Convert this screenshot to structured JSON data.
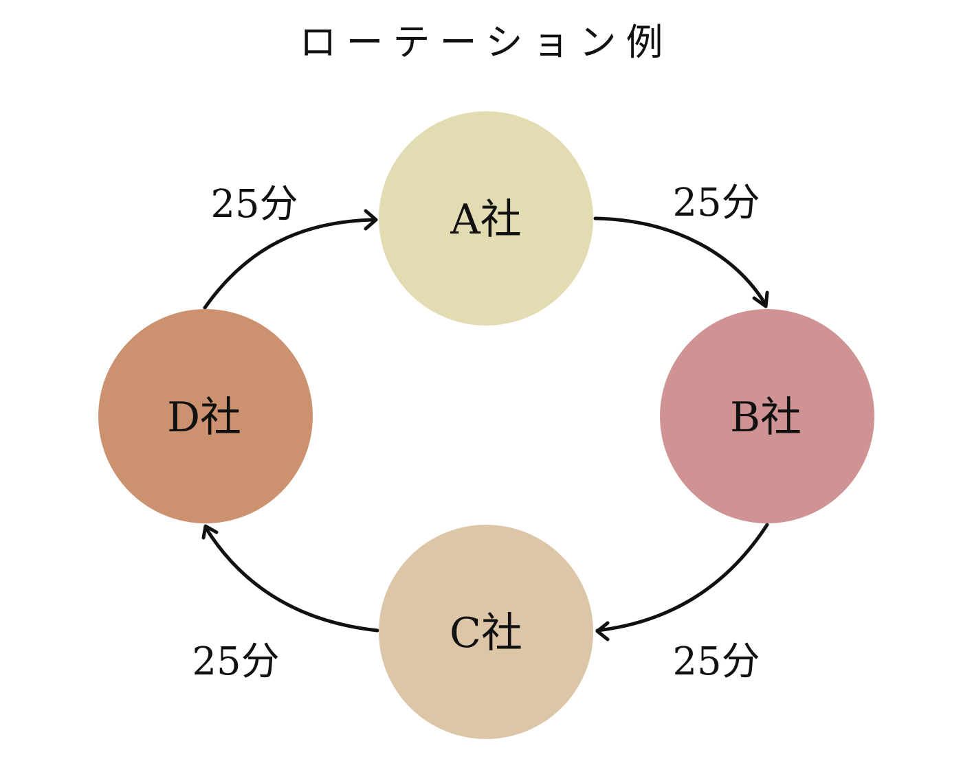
{
  "title": "ローテーション例",
  "nodes": [
    {
      "id": "a",
      "label": "A社",
      "color": "#e3dcb3"
    },
    {
      "id": "b",
      "label": "B社",
      "color": "#d09394"
    },
    {
      "id": "c",
      "label": "C社",
      "color": "#dcc6a7"
    },
    {
      "id": "d",
      "label": "D社",
      "color": "#cc9270"
    }
  ],
  "edges": [
    {
      "from": "a",
      "to": "b",
      "label": "25分"
    },
    {
      "from": "b",
      "to": "c",
      "label": "25分"
    },
    {
      "from": "c",
      "to": "d",
      "label": "25分"
    },
    {
      "from": "d",
      "to": "a",
      "label": "25分"
    }
  ]
}
